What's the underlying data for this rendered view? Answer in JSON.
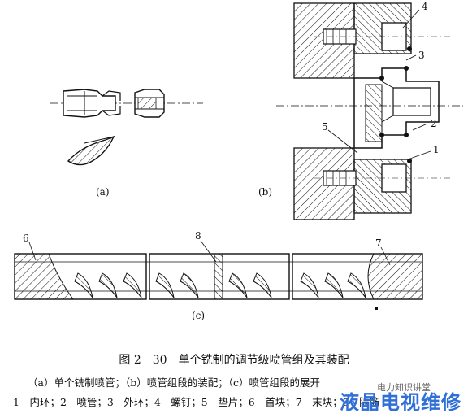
{
  "panels": {
    "a": "(a)",
    "b": "(b)",
    "c": "(c)"
  },
  "callouts": {
    "n1": "1",
    "n2": "2",
    "n3": "3",
    "n4": "4",
    "n5": "5",
    "n6": "6",
    "n7": "7",
    "n8": "8"
  },
  "caption": {
    "title": "图 2－30　单个铣制的调节级喷管组及其装配",
    "subtitle": "（a）单个铣制喷管；（b）喷管组段的装配；（c）喷管组段的展开",
    "legend": "1—内环；2—喷管；3—外环；4—螺钉；5—垫片；6—首块；7—末块；8—隔筋"
  },
  "watermark": {
    "main": "液晶电视维修",
    "small": "电力知识讲堂"
  },
  "colors": {
    "line": "#111111",
    "watermark": "#2f6fd6"
  }
}
